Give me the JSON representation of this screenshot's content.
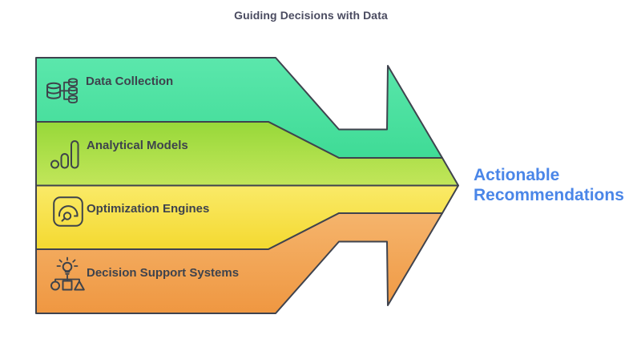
{
  "title": {
    "text": "Guiding Decisions with Data",
    "color": "#4A4B60"
  },
  "bands": [
    {
      "label": "Data Collection",
      "icon": "data-collection-icon",
      "color_top": "#5BE7AC",
      "color_bottom": "#3FDB96"
    },
    {
      "label": "Analytical Models",
      "icon": "analytics-bars-icon",
      "color_top": "#97D839",
      "color_bottom": "#C2E65A"
    },
    {
      "label": "Optimization Engines",
      "icon": "gauge-icon",
      "color_top": "#FAEA68",
      "color_bottom": "#F4D930"
    },
    {
      "label": "Decision Support Systems",
      "icon": "decision-tree-icon",
      "color_top": "#F5B46C",
      "color_bottom": "#EF9741"
    }
  ],
  "outcome": {
    "line1": "Actionable",
    "line2": "Recommendations",
    "color": "#4A86E8"
  },
  "outline_color": "#3F434E",
  "background": "#FFFFFF"
}
